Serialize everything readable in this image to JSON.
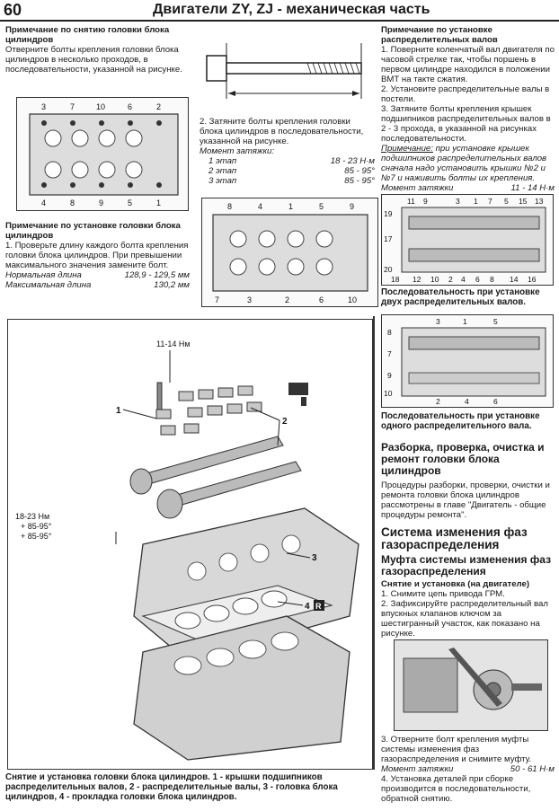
{
  "header": {
    "page_number": "60",
    "title": "Двигатели ZY, ZJ - механическая часть"
  },
  "removal_note": {
    "heading": "Примечание по снятию головки блока цилиндров",
    "text": "Отверните болты крепления головки блока цилиндров в несколько проходов, в последовательности, указанной на рисунке.",
    "fig_numbers_top": [
      "3",
      "7",
      "10",
      "6",
      "2"
    ],
    "fig_numbers_bottom": [
      "4",
      "8",
      "9",
      "5",
      "1"
    ]
  },
  "install_note": {
    "heading": "Примечание по установке головки блока цилиндров",
    "item1": "1. Проверьте длину каждого болта крепления головки блока цилиндров. При превышении максимального значения замените болт.",
    "normal_label": "Нормальная длина",
    "normal_value": "128,9 - 129,5 мм",
    "max_label": "Максимальная длина",
    "max_value": "130,2 мм"
  },
  "bolt_tighten": {
    "item2": "2. Затяните болты крепления головки блока цилиндров в последовательности, указанной на рисунке.",
    "torque_label": "Момент затяжки:",
    "stage1_label": "1 этап",
    "stage1_value": "18 - 23 Н·м",
    "stage2_label": "2 этап",
    "stage2_value": "85 - 95°",
    "stage3_label": "3 этап",
    "stage3_value": "85 - 95°",
    "fig_numbers_top": [
      "8",
      "4",
      "1",
      "5",
      "9"
    ],
    "fig_numbers_bottom": [
      "7",
      "3",
      "2",
      "6",
      "10"
    ]
  },
  "camshaft_note": {
    "heading": "Примечание по установке распределительных валов",
    "item1": "1. Поверните коленчатый вал двигателя по часовой стрелке так, чтобы поршень в первом цилиндре находился в положении ВМТ на такте сжатия.",
    "item2": "2. Установите распределительные валы в постели.",
    "item3": "3. Затяните болты крепления крышек подшипников распределительных валов в 2 - 3 прохода, в указанной на рисунках последовательности.",
    "note_label": "Примечание:",
    "note_text": " при установке крышек подшипников распределительных валов сначала надо установить крышки №2 и №7 и наживить болты их крепления.",
    "torque_label": "Момент затяжки",
    "torque_value": "11 - 14 Н·м",
    "fig1_top": [
      "11",
      "9",
      "3",
      "1",
      "7",
      "5",
      "15",
      "13"
    ],
    "fig1_bottom": [
      "18",
      "12",
      "10",
      "2",
      "4",
      "6",
      "8",
      "14",
      "16"
    ],
    "fig1_left": [
      "19",
      "17",
      "20"
    ],
    "fig1_caption": "Последовательность при установке двух распределительных валов.",
    "fig2_top": [
      "3",
      "1",
      "5"
    ],
    "fig2_bottom": [
      "2",
      "4",
      "6"
    ],
    "fig2_left": [
      "8",
      "7",
      "9",
      "10"
    ],
    "fig2_caption": "Последовательность при установке одного распределительного вала."
  },
  "exploded": {
    "torque1": "11-14 Нм",
    "torque2_l1": "18-23 Нм",
    "torque2_l2": "+ 85-95°",
    "torque2_l3": "+ 85-95°",
    "callout1": "1",
    "callout2": "2",
    "callout3": "3",
    "callout4": "4",
    "r_badge": "R",
    "caption": "Снятие и установка головки блока цилиндров. 1 - крышки подшипников распределительных валов, 2 - распределительные валы, 3 - головка блока цилиндров, 4 - прокладка головки блока цилиндров."
  },
  "repair": {
    "heading": "Разборка, проверка, очистка и ремонт головки блока цилиндров",
    "text": "Процедуры разборки, проверки, очистки и ремонта головки блока цилиндров рассмотрены в главе \"Двигатель - общие процедуры ремонта\"."
  },
  "vvt": {
    "heading": "Система изменения фаз газораспределения",
    "subheading": "Муфта системы изменения фаз газораспределения",
    "sub2": "Снятие и установка (на двигателе)",
    "item1": "1. Снимите цепь привода ГРМ.",
    "item2": "2. Зафиксируйте распределительный вал впускных клапанов ключом за шестигранный участок, как показано на рисунке.",
    "item3": "3. Отверните болт крепления муфты системы изменения фаз газораспределения и снимите муфту.",
    "torque_label": "Момент затяжки",
    "torque_value": "50 - 61 Н·м",
    "item4": "4. Установка деталей при сборке производится в последовательности, обратной снятию."
  }
}
